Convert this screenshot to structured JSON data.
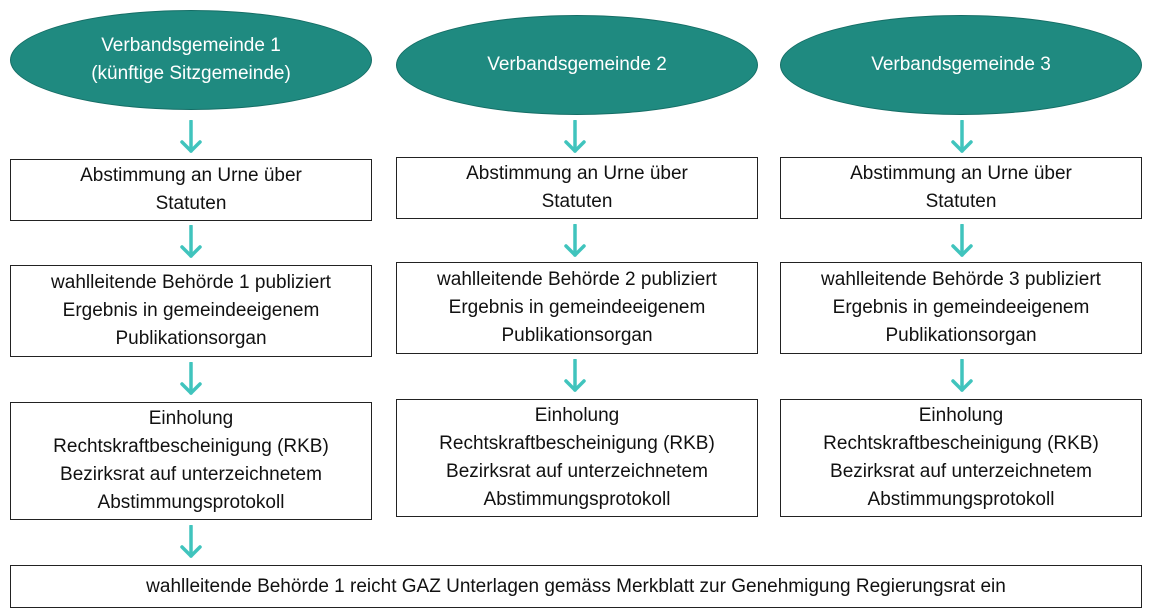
{
  "columns": [
    {
      "header": [
        "Verbandsgemeinde 1",
        "(künftige Sitzgemeinde)"
      ],
      "step1": [
        "Abstimmung an Urne über",
        "Statuten"
      ],
      "step2": [
        "wahlleitende Behörde 1 publiziert",
        "Ergebnis in gemeindeeigenem",
        "Publikationsorgan"
      ],
      "step3": [
        "Einholung",
        "Rechtskraftbescheinigung (RKB)",
        "Bezirksrat auf unterzeichnetem",
        "Abstimmungsprotokoll"
      ]
    },
    {
      "header": [
        "Verbandsgemeinde 2"
      ],
      "step1": [
        "Abstimmung an Urne über",
        "Statuten"
      ],
      "step2": [
        "wahlleitende Behörde 2 publiziert",
        "Ergebnis in gemeindeeigenem",
        "Publikationsorgan"
      ],
      "step3": [
        "Einholung",
        "Rechtskraftbescheinigung (RKB)",
        "Bezirksrat auf unterzeichnetem",
        "Abstimmungsprotokoll"
      ]
    },
    {
      "header": [
        "Verbandsgemeinde 3"
      ],
      "step1": [
        "Abstimmung an Urne über",
        "Statuten"
      ],
      "step2": [
        "wahlleitende Behörde 3 publiziert",
        "Ergebnis in gemeindeeigenem",
        "Publikationsorgan"
      ],
      "step3": [
        "Einholung",
        "Rechtskraftbescheinigung (RKB)",
        "Bezirksrat auf unterzeichnetem",
        "Abstimmungsprotokoll"
      ]
    }
  ],
  "final_step": "wahlleitende Behörde 1 reicht GAZ Unterlagen gemäss Merkblatt zur Genehmigung Regierungsrat ein",
  "colors": {
    "header_fill": "#1f8a80",
    "arrow": "#40c4bd",
    "box_border": "#222222"
  },
  "icons": {
    "arrow": "arrow-down-icon"
  }
}
